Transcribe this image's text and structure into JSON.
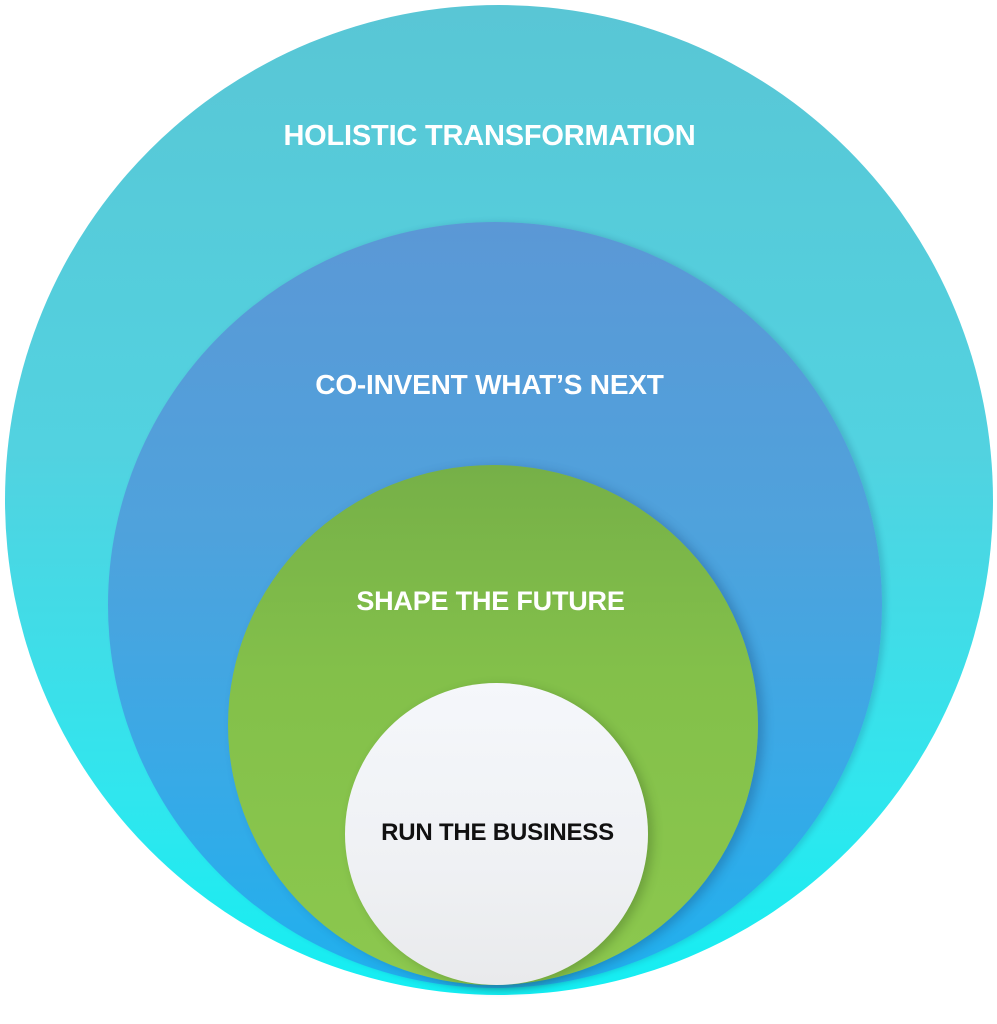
{
  "diagram": {
    "type": "nested-circles",
    "layers": [
      {
        "label": "HOLISTIC TRANSFORMATION",
        "color": "#55cbd9",
        "text_color": "#ffffff"
      },
      {
        "label": "CO-INVENT WHAT’S NEXT",
        "color": "#4fa2dc",
        "text_color": "#ffffff"
      },
      {
        "label": "SHAPE THE FUTURE",
        "color": "#83c04a",
        "text_color": "#ffffff"
      },
      {
        "label": "RUN THE BUSINESS",
        "color": "#f2f4f7",
        "text_color": "#111111"
      }
    ]
  }
}
